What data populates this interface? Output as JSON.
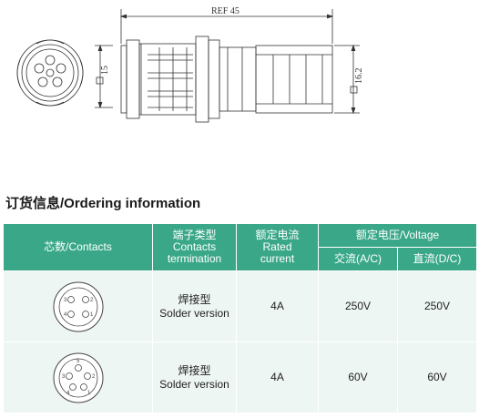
{
  "drawing": {
    "dim_length": "REF 45",
    "dim_front_height": "15",
    "dim_body_height": "16.2"
  },
  "section_title": "订货信息/Ordering information",
  "table": {
    "headers": {
      "contacts": "芯数/Contacts",
      "termination_cn": "端子类型",
      "termination_en1": "Contacts",
      "termination_en2": "termination",
      "current_cn": "额定电流",
      "current_en1": "Rated",
      "current_en2": "current",
      "voltage": "额定电压/Voltage",
      "ac": "交流(A/C)",
      "dc": "直流(D/C)"
    },
    "rows": [
      {
        "pins": [
          "1",
          "2",
          "3",
          "4"
        ],
        "termination_cn": "焊接型",
        "termination_en": "Solder version",
        "current": "4A",
        "ac": "250V",
        "dc": "250V"
      },
      {
        "pins": [
          "1",
          "2",
          "3",
          "4",
          "5"
        ],
        "termination_cn": "焊接型",
        "termination_en": "Solder version",
        "current": "4A",
        "ac": "60V",
        "dc": "60V"
      }
    ]
  }
}
